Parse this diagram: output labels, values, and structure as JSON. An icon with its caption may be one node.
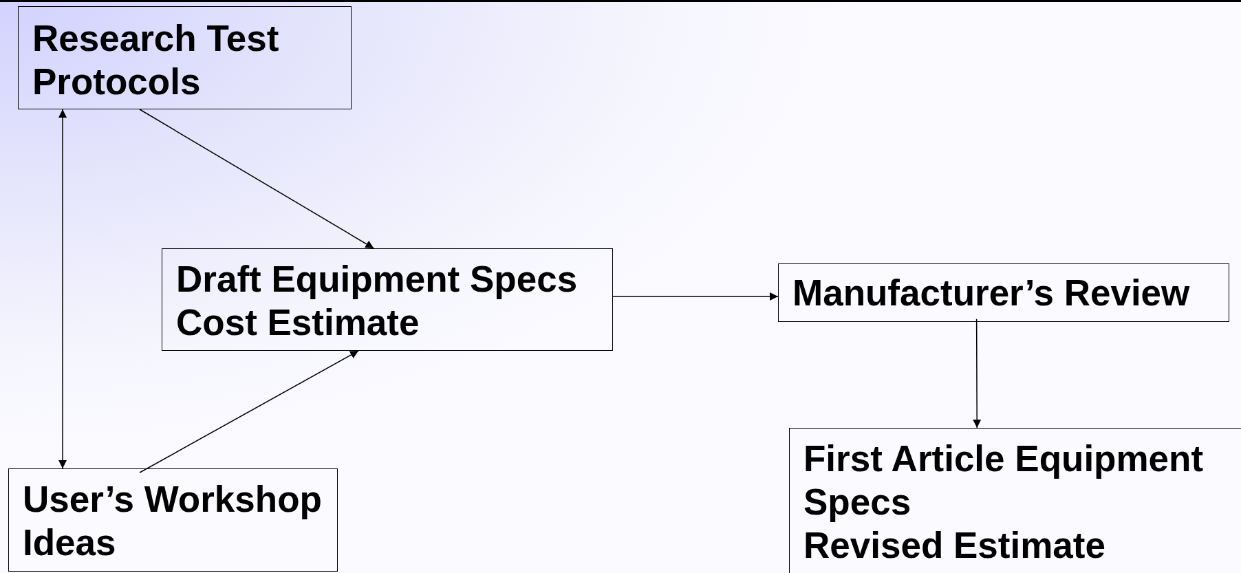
{
  "diagram": {
    "nodes": [
      {
        "text": [
          "Research Test Protocols"
        ]
      },
      {
        "text": [
          "Draft Equipment Specs",
          "Cost Estimate"
        ]
      },
      {
        "text": [
          "Manufacturer’s Review"
        ]
      },
      {
        "text": [
          "User’s Workshop Ideas"
        ]
      },
      {
        "text": [
          "First Article Equipment Specs",
          "Revised Estimate"
        ]
      }
    ],
    "edges": [
      {
        "from": 0,
        "to": 1,
        "arrow": "to"
      },
      {
        "from": 0,
        "to": 3,
        "arrow": "both"
      },
      {
        "from": 3,
        "to": 1,
        "arrow": "to"
      },
      {
        "from": 1,
        "to": 2,
        "arrow": "to"
      },
      {
        "from": 2,
        "to": 4,
        "arrow": "to"
      }
    ]
  }
}
